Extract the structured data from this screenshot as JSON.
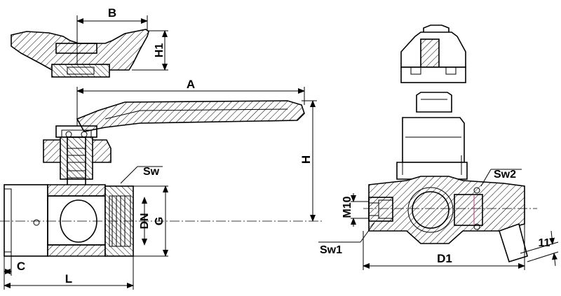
{
  "dimensions": {
    "B": "B",
    "H1": "H1",
    "A": "A",
    "H": "H",
    "Sw": "Sw",
    "DN": "DN",
    "G": "G",
    "C": "C",
    "L": "L",
    "Sw2": "Sw2",
    "M10": "M10",
    "Sw1": "Sw1",
    "D1": "D1",
    "n11": "11"
  }
}
